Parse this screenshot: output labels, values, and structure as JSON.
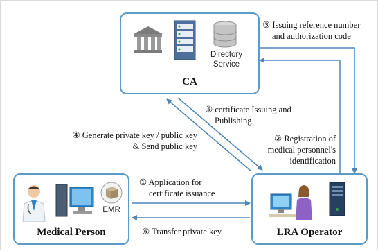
{
  "nodes": {
    "ca": {
      "title": "CA",
      "directory_label_1": "Directory",
      "directory_label_2": "Service"
    },
    "medical": {
      "title": "Medical Person",
      "emr_label": "EMR"
    },
    "lra": {
      "title": "LRA Operator"
    }
  },
  "steps": {
    "s1": {
      "line1": "① Application for",
      "line2": "certificate issuance"
    },
    "s2": {
      "line1": "② Registration of",
      "line2": "medical personnel's",
      "line3": "identification"
    },
    "s3": {
      "line1": "③ Issuing reference number",
      "line2": "and authorization code"
    },
    "s4": {
      "line1": "④ Generate private key / public key",
      "line2": "& Send public key"
    },
    "s5": {
      "line1": "⑤ certificate Issuing and",
      "line2": "Publishing"
    },
    "s6": {
      "line1": "⑥ Transfer private key"
    }
  },
  "colors": {
    "box_border": "#5a9bc7",
    "arrow": "#4f86b8",
    "text": "#111111"
  }
}
